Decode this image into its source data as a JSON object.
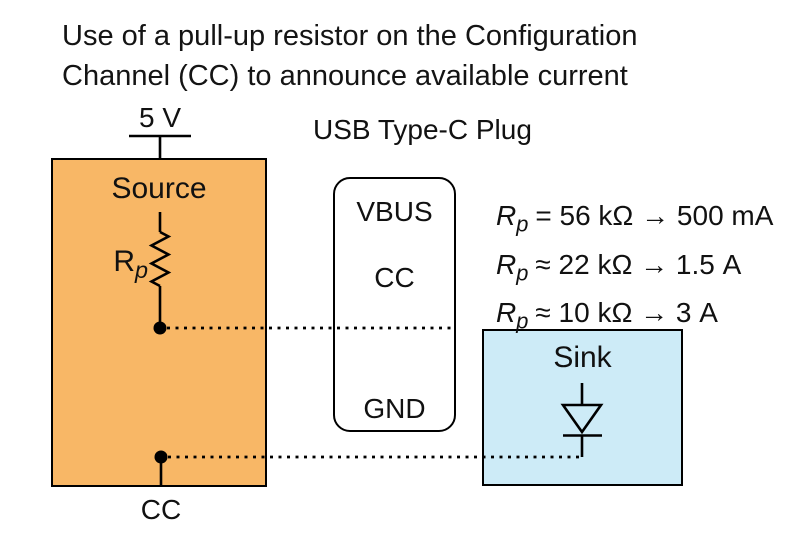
{
  "title": {
    "line1": "Use of a pull-up resistor on the Configuration",
    "line2": "Channel (CC) to announce available current"
  },
  "source_box": {
    "label": "Source",
    "supply_label": "5 V",
    "resistor": {
      "symbol": "R",
      "sub": "p"
    },
    "cc_label": "CC"
  },
  "plug": {
    "title": "USB Type-C Plug",
    "pins": [
      "VBUS",
      "CC",
      "GND"
    ]
  },
  "annotations": [
    {
      "symbol": "R",
      "sub": "p",
      "text": "= 56 kΩ → 500 mA"
    },
    {
      "symbol": "R",
      "sub": "p",
      "text": "≈ 22 kΩ → 1.5 A"
    },
    {
      "symbol": "R",
      "sub": "p",
      "text": "≈ 10 kΩ → 3 A"
    }
  ],
  "sink_box": {
    "label": "Sink"
  },
  "colors": {
    "source_fill": "#F8B766",
    "sink_fill": "#CDEBF7",
    "stroke": "#000000"
  }
}
